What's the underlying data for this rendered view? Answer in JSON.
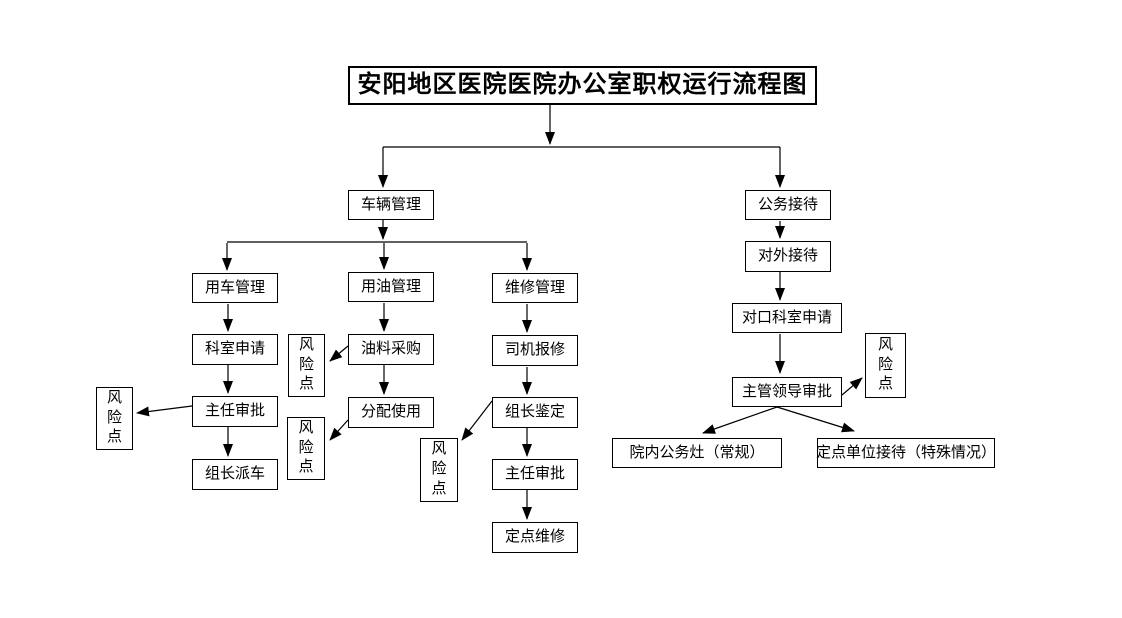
{
  "title": "安阳地区医院医院办公室职权运行流程图",
  "risk_point_label": "风险点",
  "nodes": {
    "vehicle_mgmt": "车辆管理",
    "official_reception": "公务接待",
    "car_use_mgmt": "用车管理",
    "oil_use_mgmt": "用油管理",
    "maintenance_mgmt": "维修管理",
    "dept_apply": "科室申请",
    "oil_purchase": "油料采购",
    "driver_repair_report": "司机报修",
    "director_approval_car": "主任审批",
    "allocate_use": "分配使用",
    "leader_appraisal": "组长鉴定",
    "leader_dispatch": "组长派车",
    "director_approval_repair": "主任审批",
    "fixed_point_repair": "定点维修",
    "external_reception": "对外接待",
    "counterpart_dept_apply": "对口科室申请",
    "supervisor_leader_approval": "主管领导审批",
    "internal_canteen_regular": "院内公务灶（常规）",
    "fixed_unit_reception_special": "定点单位接待（特殊情况）"
  },
  "colors": {
    "background": "#ffffff",
    "box_border": "#000000",
    "line": "#000000",
    "text": "#000000"
  }
}
